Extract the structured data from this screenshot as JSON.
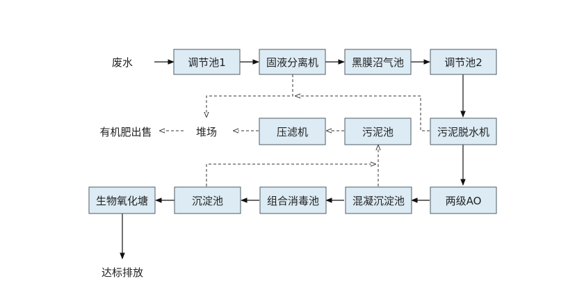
{
  "diagram": {
    "nodes": {
      "wastewater": "废水",
      "regulating_tank_1": "调节池1",
      "solid_liquid_separator": "固液分离机",
      "black_membrane_biogas_tank": "黑膜沼气池",
      "regulating_tank_2": "调节池2",
      "sludge_dewatering_machine": "污泥脱水机",
      "two_stage_ao": "两级AO",
      "coagulation_sedimentation_tank": "混凝沉淀池",
      "combined_disinfection_tank": "组合消毒池",
      "sedimentation_tank": "沉淀池",
      "bio_oxidation_pond": "生物氧化塘",
      "discharge": "达标排放",
      "sludge_tank": "污泥池",
      "filter_press": "压滤机",
      "storage_yard": "堆场",
      "organic_fertilizer_sale": "有机肥出售"
    },
    "colors": {
      "box_fill": "#dcebf4",
      "box_stroke": "#4d5b66",
      "line": "#111111"
    }
  }
}
